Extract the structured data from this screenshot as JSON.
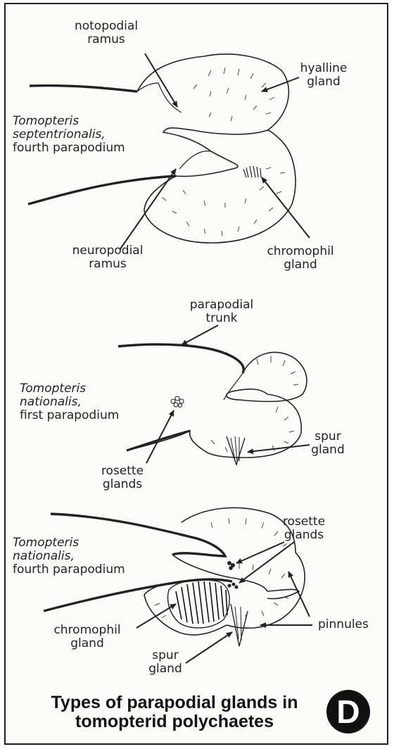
{
  "figure": {
    "title": "Types of parapodial glands in tomopterid polychaetes",
    "badge_letter": "D"
  },
  "panel1": {
    "species": "Tomopteris septentrionalis,",
    "species_line1": "Tomopteris",
    "species_line2": "septentrionalis,",
    "caption": "fourth parapodium",
    "labels": {
      "notopodial_1": "notopodial",
      "notopodial_2": "ramus",
      "hyalline_1": "hyalline",
      "hyalline_2": "gland",
      "neuropodial_1": "neuropodial",
      "neuropodial_2": "ramus",
      "chromophil_1": "chromophil",
      "chromophil_2": "gland"
    }
  },
  "panel2": {
    "species_line1": "Tomopteris",
    "species_line2": "nationalis,",
    "caption": "first parapodium",
    "labels": {
      "trunk_1": "parapodial",
      "trunk_2": "trunk",
      "spur_1": "spur",
      "spur_2": "gland",
      "rosette_1": "rosette",
      "rosette_2": "glands"
    }
  },
  "panel3": {
    "species_line1": "Tomopteris",
    "species_line2": "nationalis,",
    "caption": "fourth parapodium",
    "labels": {
      "rosette_1": "rosette",
      "rosette_2": "glands",
      "chromophil_1": "chromophil",
      "chromophil_2": "gland",
      "spur_1": "spur",
      "spur_2": "gland",
      "pinnules": "pinnules"
    }
  }
}
